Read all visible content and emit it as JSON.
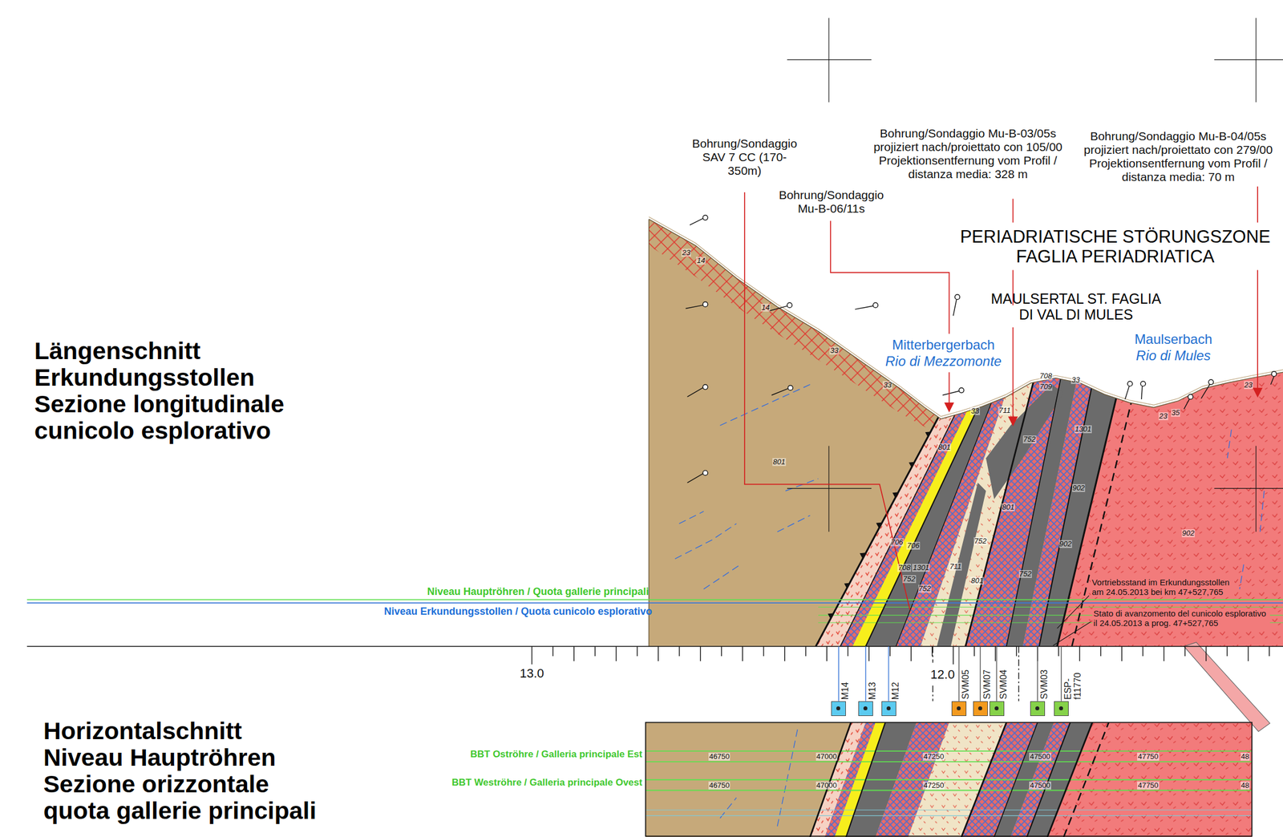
{
  "diagram": {
    "nodes": [
      {
        "text": [
          "M14"
        ]
      },
      {
        "text": [
          "M13"
        ]
      },
      {
        "text": [
          "M12"
        ]
      },
      {
        "text": [
          "SVM05"
        ]
      },
      {
        "text": [
          "SVM07"
        ]
      },
      {
        "text": [
          "SVM04"
        ]
      },
      {
        "text": [
          "SVM03"
        ]
      },
      {
        "text": [
          "ESP- f11770"
        ]
      }
    ],
    "labels": [
      "Längenschnitt Erkundungsstollen Sezione longitudinale cunicolo esplorativo",
      "Horizontalschnitt Niveau Hauptröhren Sezione orizzontale quota gallerie principali",
      "Bohrung/Sondaggio SAV 7 CC (170-350m)",
      "Bohrung/Sondaggio Mu-B-06/11s",
      "Bohrung/Sondaggio Mu-B-03/05s projiziert nach/proiettato con 105/00 Projektionsentfernung vom Profil / distanza media: 328 m",
      "Bohrung/Sondaggio Mu-B-04/05s projiziert nach/proiettato con 279/00 Projektionsentfernung vom Profil / distanza media: 70 m",
      "PERIADRIATISCHE STÖRUNGSZONE FAGLIA PERIADRIATICA",
      "MAULSERTAL ST. FAGLIA DI VAL DI MULES",
      "Mitterbergerbach",
      "Rio di Mezzomonte",
      "Maulserbach",
      "Rio di Mules",
      "23",
      "14",
      "14",
      "33",
      "33",
      "33",
      "711",
      "708",
      "709",
      "33",
      "1301",
      "752",
      "23",
      "35",
      "23",
      "801",
      "801",
      "752",
      "706",
      "706",
      "708",
      "1301",
      "752",
      "711",
      "801",
      "752",
      "902",
      "902",
      "902",
      "801",
      "752",
      "Niveau Hauptröhren / Quota gallerie principali",
      "Niveau Erkundungsstollen / Quota cunicolo esplorativo",
      "Vortriebsstand im Erkundungsstollen am 24.05.2013 bei km 47+527,765",
      "Stato di avanzomento del cunicolo esplorativo il 24.05.2013 a prog. 47+527,765",
      "13.0",
      "12.0",
      "BBT Oströhre / Galleria principale Est",
      "BBT Weströhre / Galleria principale Ovest",
      "46750",
      "47000",
      "47250",
      "47500",
      "47750",
      "48",
      "46750",
      "47000",
      "47250",
      "47500",
      "47750",
      "48"
    ]
  }
}
